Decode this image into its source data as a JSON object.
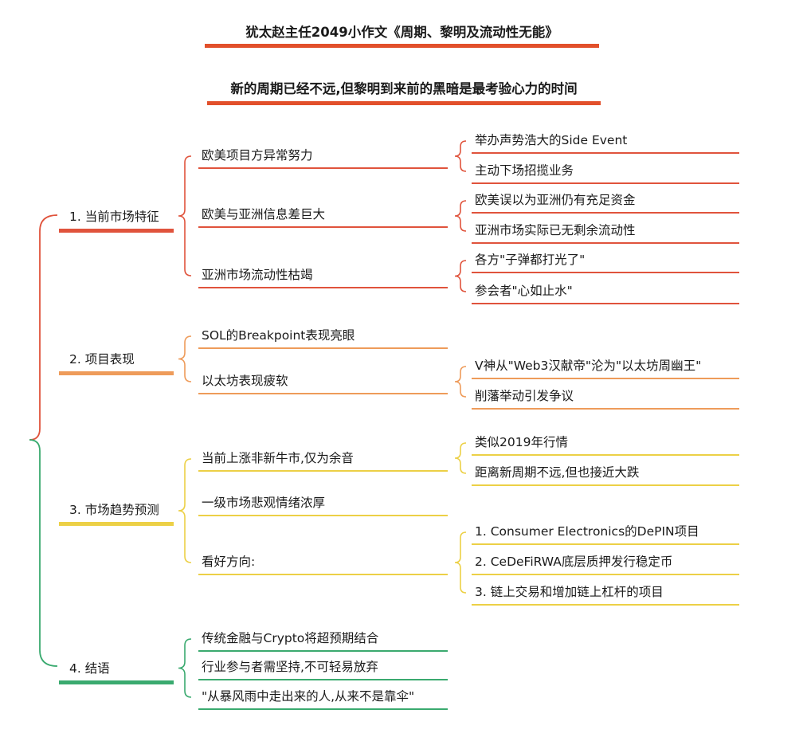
{
  "title": "犹太赵主任2049小作文《周期、黎明及流动性无能》",
  "subtitle": "新的周期已经不远,但黎明到来前的黑暗是最考验心力的时间",
  "colors": {
    "title_bar": "#e2502b",
    "section1": "#e0533c",
    "section2": "#ee9b5a",
    "section3": "#ecd046",
    "section4": "#3aaa6f"
  },
  "sections": [
    {
      "label": "1. 当前市场特征",
      "children": [
        {
          "label": "欧美项目方异常努力",
          "children": [
            "举办声势浩大的Side Event",
            "主动下场招揽业务"
          ]
        },
        {
          "label": "欧美与亚洲信息差巨大",
          "children": [
            "欧美误以为亚洲仍有充足资金",
            "亚洲市场实际已无剩余流动性"
          ]
        },
        {
          "label": "亚洲市场流动性枯竭",
          "children": [
            "各方\"子弹都打光了\"",
            "参会者\"心如止水\""
          ]
        }
      ]
    },
    {
      "label": "2. 项目表现",
      "children": [
        {
          "label": "SOL的Breakpoint表现亮眼",
          "children": []
        },
        {
          "label": "以太坊表现疲软",
          "children": [
            "V神从\"Web3汉献帝\"沦为\"以太坊周幽王\"",
            "削藩举动引发争议"
          ]
        }
      ]
    },
    {
      "label": "3. 市场趋势预测",
      "children": [
        {
          "label": "当前上涨非新牛市,仅为余音",
          "children": [
            "类似2019年行情",
            "距离新周期不远,但也接近大跌"
          ]
        },
        {
          "label": "一级市场悲观情绪浓厚",
          "children": []
        },
        {
          "label": "看好方向:",
          "children": [
            "1. Consumer Electronics的DePIN项目",
            "2. CeDeFiRWA底层质押发行稳定币",
            "3. 链上交易和增加链上杠杆的项目"
          ]
        }
      ]
    },
    {
      "label": "4. 结语",
      "children": [
        {
          "label": "传统金融与Crypto将超预期结合",
          "children": []
        },
        {
          "label": "行业参与者需坚持,不可轻易放弃",
          "children": []
        },
        {
          "label": "\"从暴风雨中走出来的人,从来不是靠伞\"",
          "children": []
        }
      ]
    }
  ]
}
